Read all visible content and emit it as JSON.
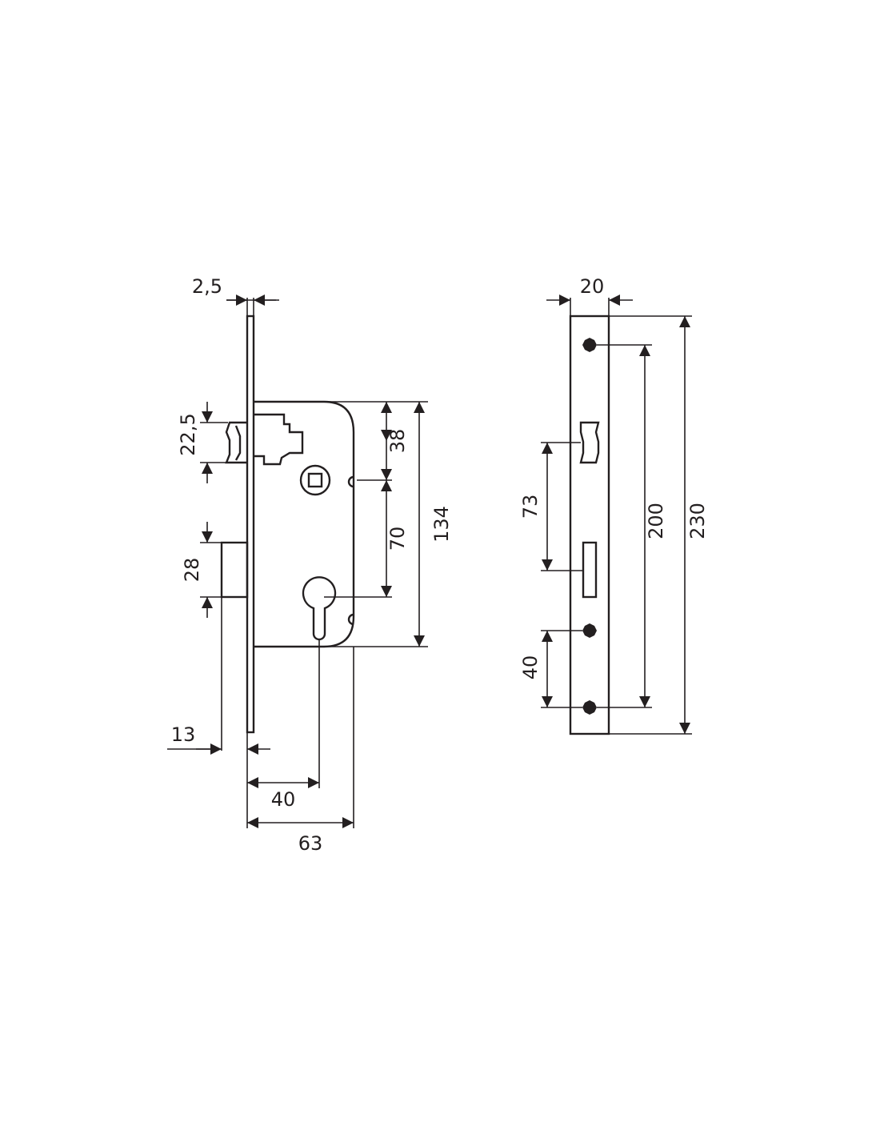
{
  "diagram": {
    "side_view": {
      "dimensions": {
        "faceplate_thickness": "2,5",
        "latch_height": "22,5",
        "top_to_spindle": "38",
        "spindle_to_cylinder": "70",
        "case_height": "134",
        "bolt_height": "28",
        "bolt_projection": "13",
        "backset": "40",
        "case_depth": "63"
      }
    },
    "front_view": {
      "dimensions": {
        "faceplate_width": "20",
        "latch_to_bolt": "73",
        "screw_hole_spacing": "200",
        "faceplate_length": "230",
        "lower_holes_spacing": "40"
      }
    },
    "colors": {
      "line": "#231f20",
      "background": "#ffffff"
    }
  }
}
